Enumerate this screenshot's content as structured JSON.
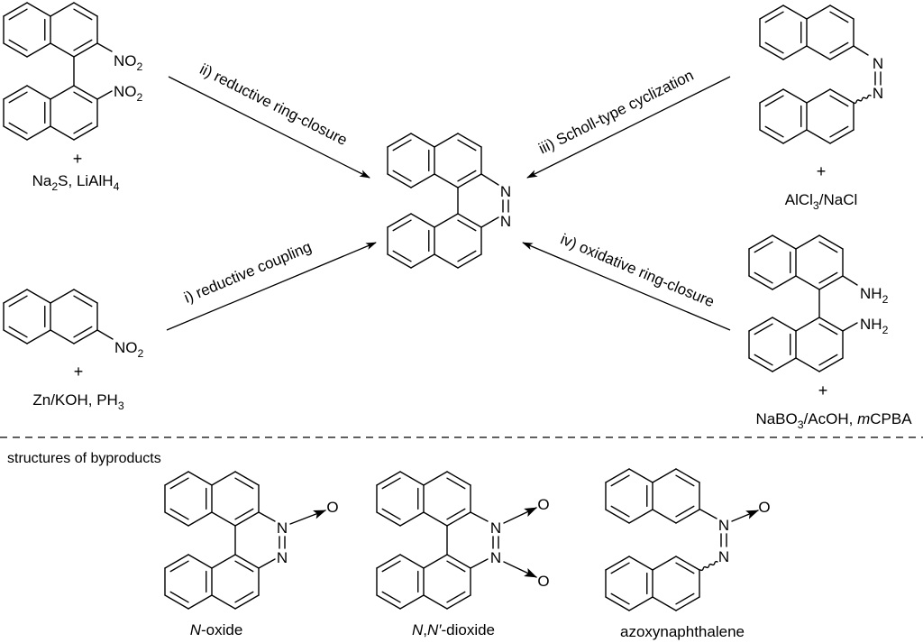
{
  "arrows": {
    "i": "i) reductive coupling",
    "ii": "ii) reductive ring-closure",
    "iii": "iii) Scholl-type cyclization",
    "iv": "iv) oxidative ring-closure"
  },
  "plus": "+",
  "atoms": {
    "N": "N",
    "O": "O",
    "NO2": [
      [
        "NO",
        ""
      ],
      [
        "2",
        "sub"
      ]
    ],
    "NH2": [
      [
        "NH",
        ""
      ],
      [
        "2",
        "sub"
      ]
    ]
  },
  "reagents": {
    "ii": [
      [
        "Na",
        ""
      ],
      [
        "2",
        "sub"
      ],
      [
        "S, LiAlH",
        ""
      ],
      [
        "4",
        "sub"
      ]
    ],
    "i": [
      [
        "Zn/KOH, PH",
        ""
      ],
      [
        "3",
        "sub"
      ]
    ],
    "iii": [
      [
        "AlCl",
        ""
      ],
      [
        "3",
        "sub"
      ],
      [
        "/NaCl",
        ""
      ]
    ],
    "iv": [
      [
        "NaBO",
        ""
      ],
      [
        "3",
        "sub"
      ],
      [
        "/AcOH, ",
        ""
      ],
      [
        "m",
        "italic"
      ],
      [
        "CPBA",
        ""
      ]
    ]
  },
  "byproducts": {
    "header": "structures of byproducts",
    "items": [
      {
        "name": [
          [
            "N",
            "italic"
          ],
          [
            "-oxide",
            ""
          ]
        ]
      },
      {
        "name": [
          [
            "N",
            "italic"
          ],
          [
            ",",
            ""
          ],
          [
            "N′",
            "italic"
          ],
          [
            "-dioxide",
            ""
          ]
        ]
      },
      {
        "name": [
          [
            "azoxynaphthalene",
            ""
          ]
        ]
      }
    ]
  }
}
